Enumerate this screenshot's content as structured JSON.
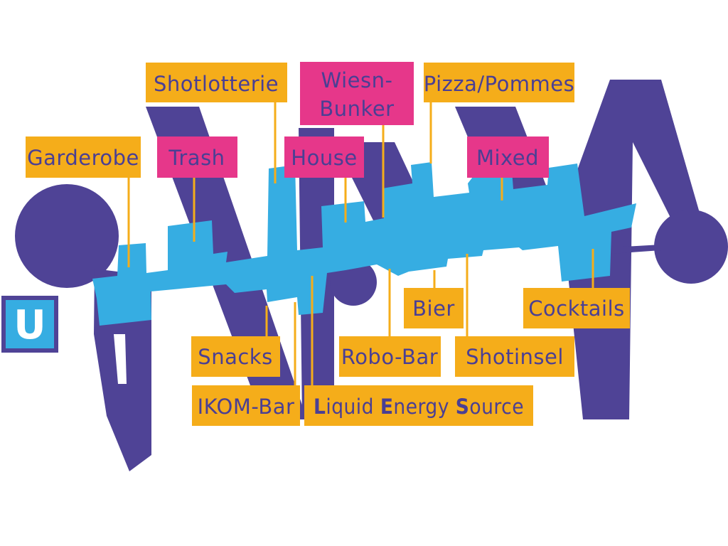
{
  "colors": {
    "hall": "#4f4396",
    "floor": "#36ade2",
    "label_orange": "#f5ad1a",
    "label_pink": "#e6378a",
    "leader": "#f5ad1a",
    "text": "#4a3f94",
    "ubahn_bg": "#36ade2",
    "ubahn_fg": "#ffffff"
  },
  "ubahn": {
    "letter": "U"
  },
  "labels": {
    "garderobe": "Garderobe",
    "trash": "Trash",
    "shotlotterie": "Shotlotterie",
    "wiesn_bunker_line1": "Wiesn-",
    "wiesn_bunker_line2": "Bunker",
    "house": "House",
    "pizza_pommes": "Pizza/Pommes",
    "mixed": "Mixed",
    "bier": "Bier",
    "cocktails": "Cocktails",
    "snacks": "Snacks",
    "robo_bar": "Robo-Bar",
    "shotinsel": "Shotinsel",
    "ikom_bar": "IKOM-Bar",
    "les": {
      "l_initial": "L",
      "l_rest": "iquid ",
      "e_initial": "E",
      "e_rest": "nergy ",
      "s_initial": "S",
      "s_rest": "ource"
    }
  }
}
